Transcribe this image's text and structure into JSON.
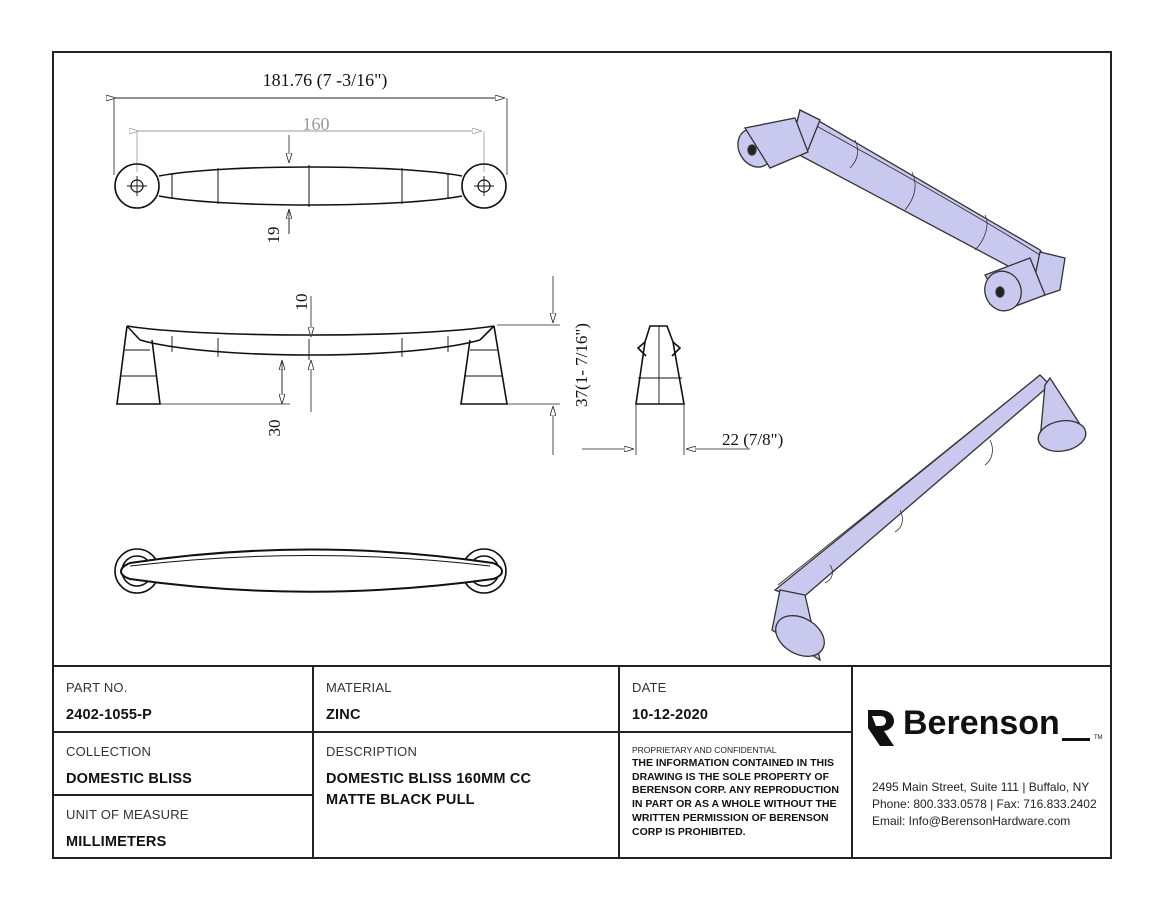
{
  "dimensions": {
    "overall_length": "181.76 (7 -3/16\")",
    "center_to_center": "160",
    "width": "19",
    "bar_thickness": "10",
    "clearance": "30",
    "projection": "37(1- 7/16\")",
    "base_diameter": "22 (7/8\")"
  },
  "title_block": {
    "part_no_label": "PART NO.",
    "part_no": "2402-1055-P",
    "material_label": "MATERIAL",
    "material": "ZINC",
    "date_label": "DATE",
    "date": "10-12-2020",
    "collection_label": "COLLECTION",
    "collection": "DOMESTIC BLISS",
    "description_label": "DESCRIPTION",
    "description_line1": "DOMESTIC BLISS 160MM CC",
    "description_line2": "MATTE BLACK PULL",
    "uom_label": "UNIT OF MEASURE",
    "uom": "MILLIMETERS",
    "proprietary_title": "PROPRIETARY AND CONFIDENTIAL",
    "proprietary_text": "THE INFORMATION CONTAINED IN THIS DRAWING IS THE SOLE PROPERTY OF BERENSON CORP. ANY REPRODUCTION IN PART OR AS A WHOLE WITHOUT THE WRITTEN PERMISSION OF BERENSON CORP IS PROHIBITED."
  },
  "company": {
    "name": "Berenson",
    "trademark": "TM",
    "address": "2495 Main Street, Suite 111 | Buffalo, NY",
    "phone": "Phone: 800.333.0578 | Fax: 716.833.2402",
    "email": "Email: Info@BerensonHardware.com"
  },
  "colors": {
    "iso_fill": "#c9c8ee",
    "line": "#111111",
    "dim_line": "#222222"
  }
}
